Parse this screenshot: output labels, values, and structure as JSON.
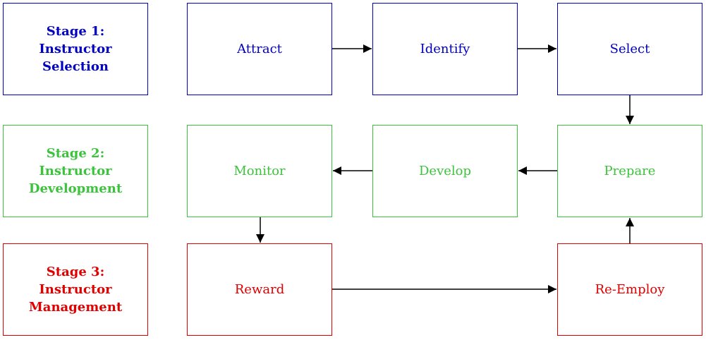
{
  "colors": {
    "stage1": "#0000c0",
    "stage2": "#3cc33c",
    "stage3": "#e00000",
    "arrow": "#000000"
  },
  "stages": [
    {
      "label": "Stage 1:\nInstructor\nSelection"
    },
    {
      "label": "Stage 2:\nInstructor\nDevelopment"
    },
    {
      "label": "Stage 3:\nInstructor\nManagement"
    }
  ],
  "steps": {
    "attract": "Attract",
    "identify": "Identify",
    "select": "Select",
    "monitor": "Monitor",
    "develop": "Develop",
    "prepare": "Prepare",
    "reward": "Reward",
    "reemploy": "Re-Employ"
  }
}
